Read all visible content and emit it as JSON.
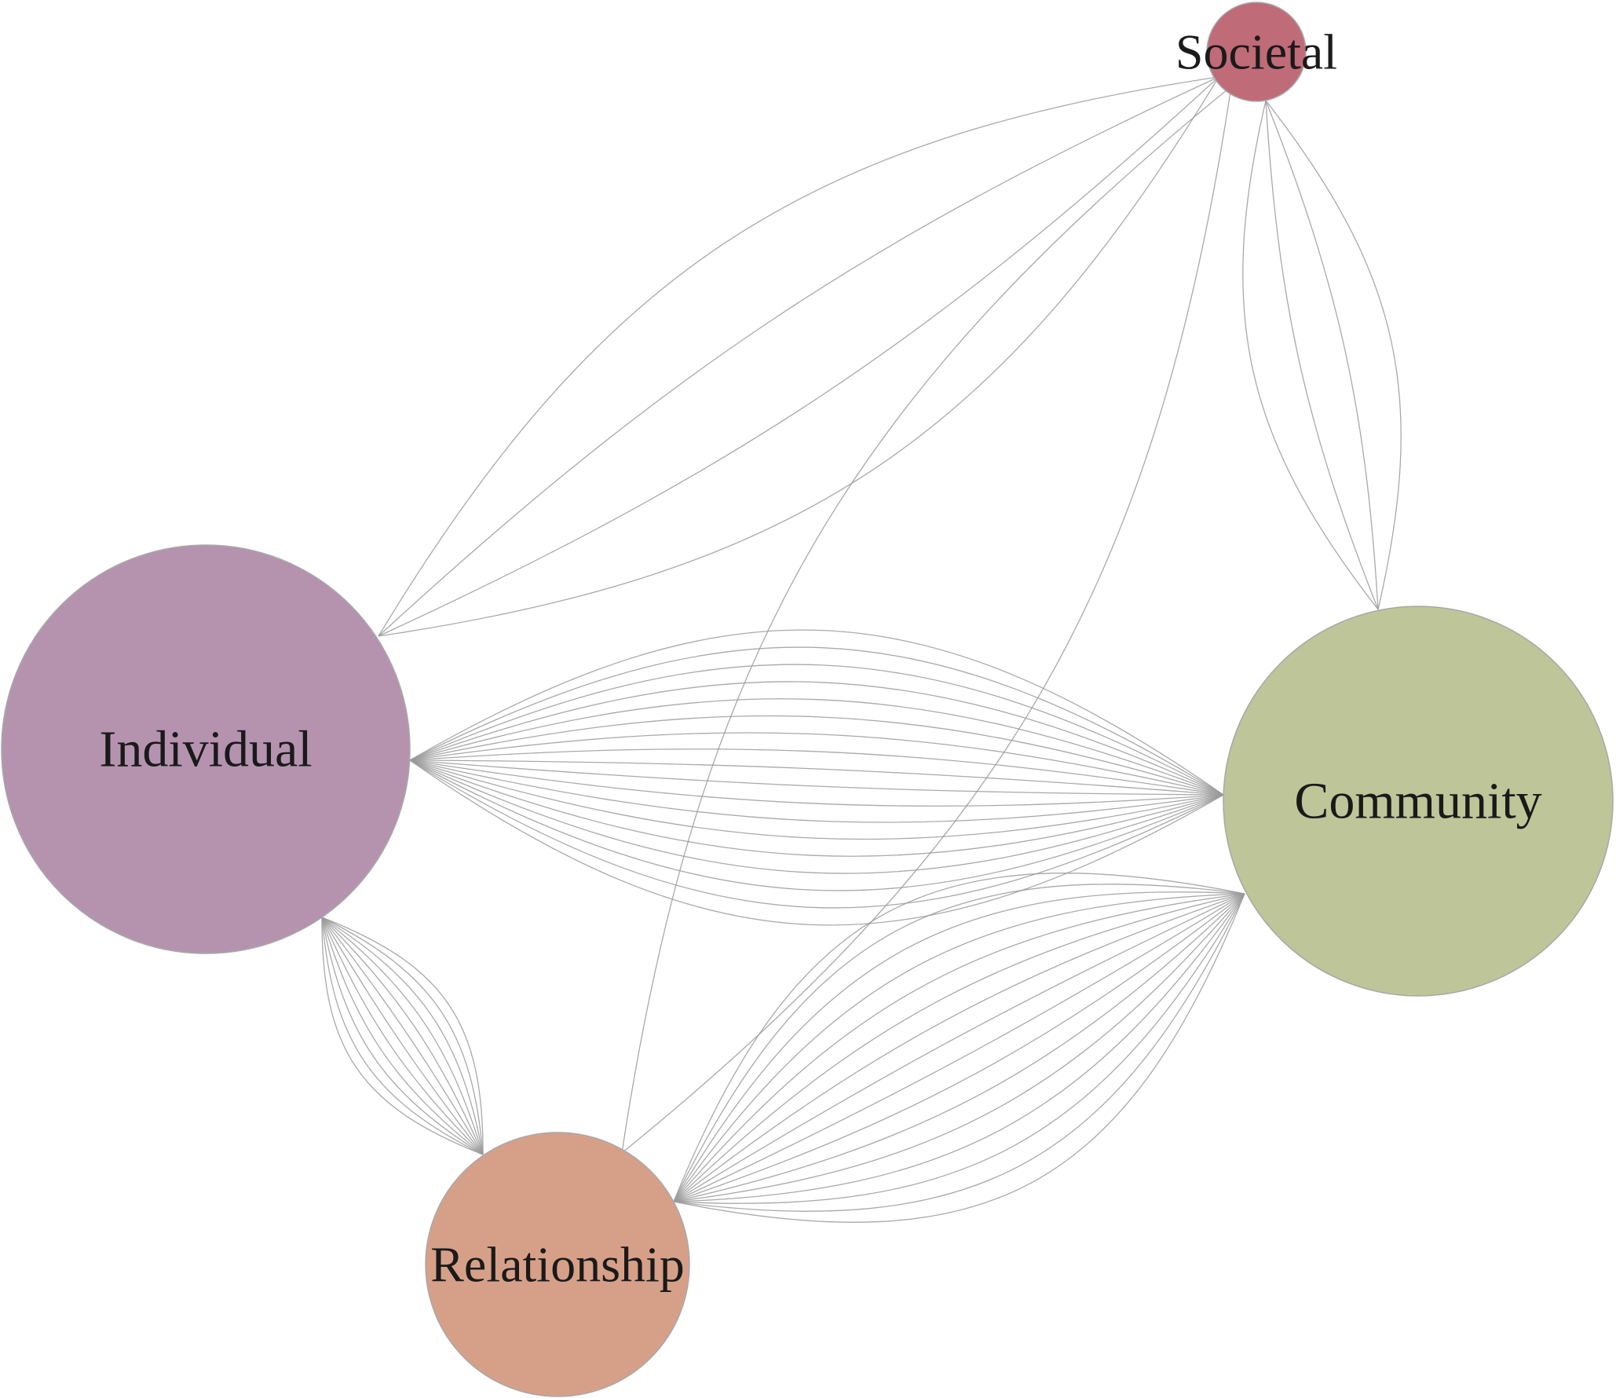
{
  "diagram": {
    "type": "network",
    "nodes": [
      {
        "id": "individual",
        "label": "Individual",
        "color": "#b593af"
      },
      {
        "id": "community",
        "label": "Community",
        "color": "#bec598"
      },
      {
        "id": "relationship",
        "label": "Relationship",
        "color": "#d6a088"
      },
      {
        "id": "societal",
        "label": "Societal",
        "color": "#c06b78"
      }
    ],
    "edges": [
      {
        "source": "individual",
        "target": "community",
        "count": 18
      },
      {
        "source": "relationship",
        "target": "community",
        "count": 16
      },
      {
        "source": "individual",
        "target": "relationship",
        "count": 12
      },
      {
        "source": "individual",
        "target": "societal",
        "count": 4
      },
      {
        "source": "community",
        "target": "societal",
        "count": 4
      },
      {
        "source": "relationship",
        "target": "societal",
        "count": 2
      }
    ],
    "edge_color": "#9a9a9a"
  }
}
